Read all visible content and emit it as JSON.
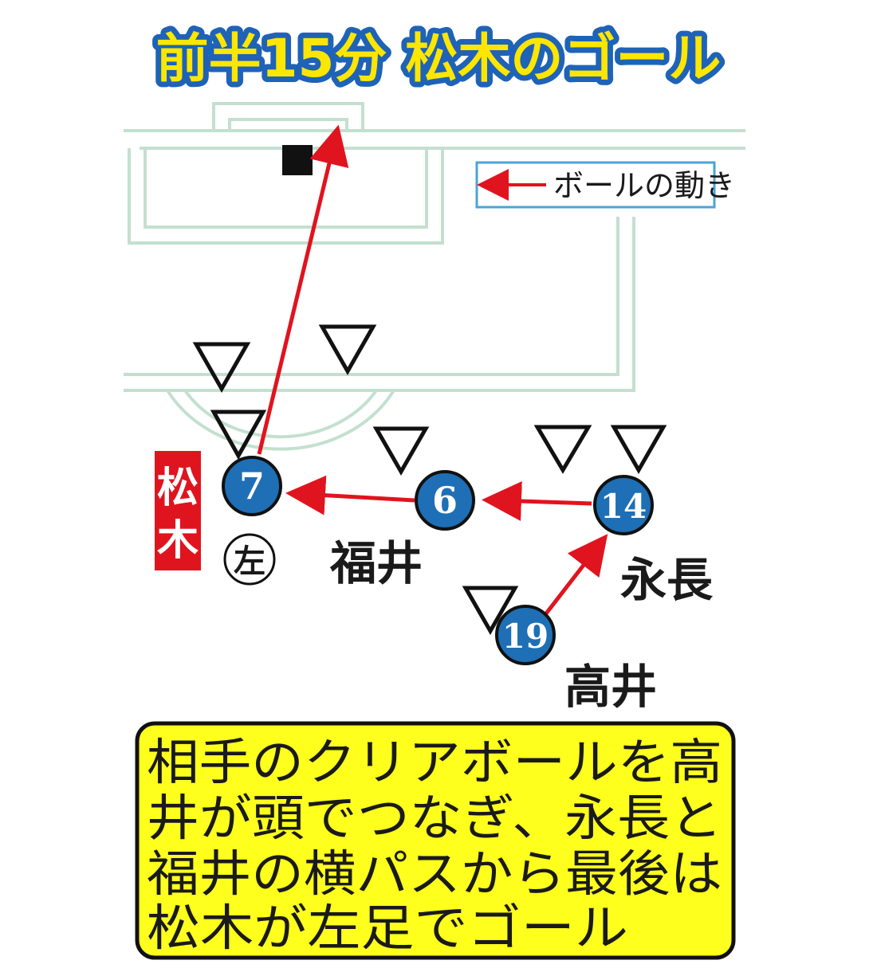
{
  "title": "前半15分 松木のゴール",
  "legend": {
    "label": "ボールの動き"
  },
  "team": {
    "line1": "松",
    "line2": "木"
  },
  "scorer_foot": "左",
  "players": [
    {
      "id": "matsuki",
      "number": "7",
      "name": ""
    },
    {
      "id": "fukui",
      "number": "6",
      "name": "福井"
    },
    {
      "id": "nagai",
      "number": "14",
      "name": "永長"
    },
    {
      "id": "takai",
      "number": "19",
      "name": "高井"
    }
  ],
  "description": {
    "lines": [
      "相手のクリアボールを高",
      "井が頭でつなぎ、永長と",
      "福井の横パスから最後は",
      "松木が左足でゴール"
    ]
  },
  "colors": {
    "title_fill": "#ffe600",
    "title_stroke": "#1e63b8",
    "pitch_line": "#c3e0cf",
    "pass_arrow": "#e0141e",
    "player_fill": "#1e6fb5",
    "team_badge": "#e0141e",
    "desc_box": "#ffff1e",
    "legend_border": "#4aa3d8"
  }
}
